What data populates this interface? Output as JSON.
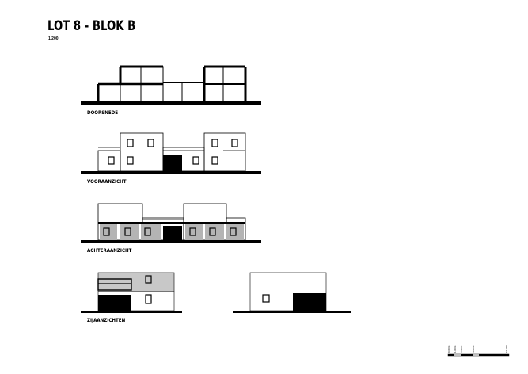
{
  "sheet": {
    "title": "LOT 8 - BLOK B",
    "scale": "1/200"
  },
  "views": {
    "section": "DOORSNEDE",
    "front": "VOORAANZICHT",
    "rear": "ACHTERAANZICHT",
    "sides": "ZIJAANZICHTEN"
  },
  "scale_bar": {
    "ticks": [
      "0.00m",
      "1.00m",
      "2.00m",
      "4.00m",
      "10.00m"
    ]
  },
  "colors": {
    "ink": "#000000",
    "roof_grey": "#c8c8c8",
    "facade_grey": "#b4b4b4"
  }
}
